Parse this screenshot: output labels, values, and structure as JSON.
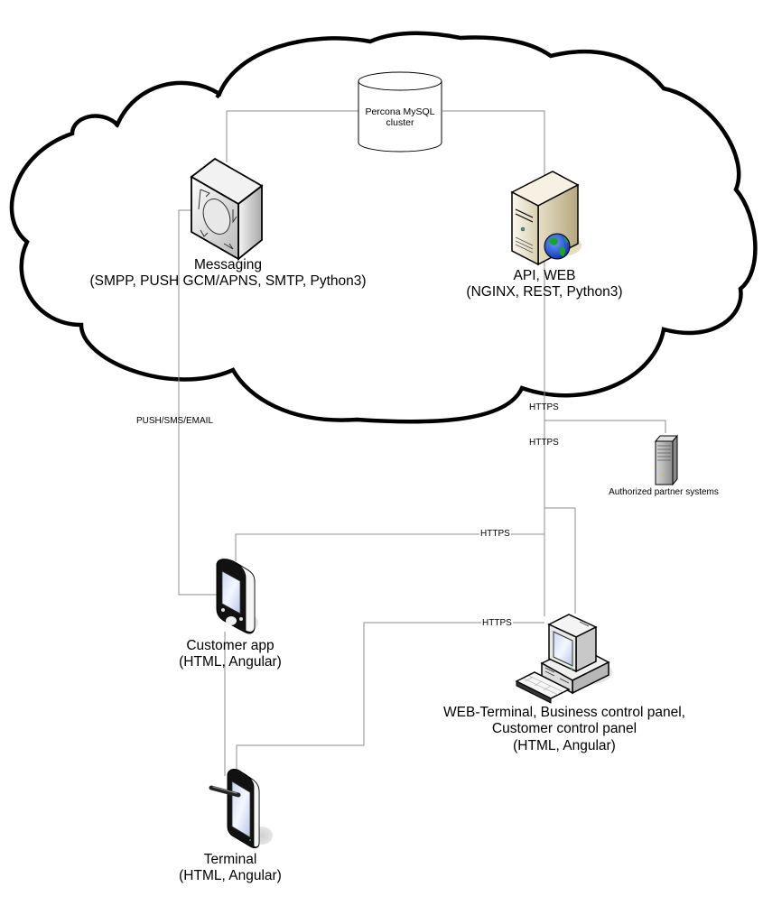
{
  "diagram": {
    "title": "System architecture",
    "cloud": {
      "label": ""
    },
    "nodes": {
      "database": {
        "line1": "Percona MySQL",
        "line2": "cluster",
        "icon": "database-cylinder-icon"
      },
      "messaging": {
        "line1": "Messaging",
        "line2": "(SMPP, PUSH GCM/APNS, SMTP, Python3)",
        "icon": "message-queue-server-icon"
      },
      "api_web": {
        "line1": "API, WEB",
        "line2": "(NGINX, REST, Python3)",
        "icon": "web-server-icon"
      },
      "partner": {
        "line1": "Authorized partner systems",
        "icon": "tower-server-icon"
      },
      "customer_app": {
        "line1": "Customer app",
        "line2": "(HTML, Angular)",
        "icon": "pda-phone-icon"
      },
      "web_terminal": {
        "line1": "WEB-Terminal, Business control panel,",
        "line2": "Customer control panel",
        "line3": "(HTML, Angular)",
        "icon": "desktop-computer-icon"
      },
      "terminal": {
        "line1": "Terminal",
        "line2": "(HTML, Angular)",
        "icon": "tablet-stylus-icon"
      }
    },
    "connections": [
      {
        "id": "db-messaging",
        "from": "database",
        "to": "messaging",
        "label": ""
      },
      {
        "id": "db-api",
        "from": "database",
        "to": "api_web",
        "label": ""
      },
      {
        "id": "api-partner",
        "from": "api_web",
        "to": "partner",
        "label": "HTTPS"
      },
      {
        "id": "api-trunk",
        "from": "api_web",
        "to": "clients",
        "label": "HTTPS"
      },
      {
        "id": "api-customer-app",
        "from": "api_web",
        "to": "customer_app",
        "label": "HTTPS"
      },
      {
        "id": "api-terminal",
        "from": "api_web",
        "to": "terminal",
        "label": "HTTPS"
      },
      {
        "id": "api-web-terminal",
        "from": "api_web",
        "to": "web_terminal",
        "label": ""
      },
      {
        "id": "messaging-customer-app",
        "from": "messaging",
        "to": "customer_app",
        "label": "PUSH/SMS/EMAIL"
      },
      {
        "id": "customer-app-terminal",
        "from": "customer_app",
        "to": "terminal",
        "label": ""
      }
    ],
    "colors": {
      "connector": "#8c8c8c",
      "cloud_stroke": "#000000",
      "server_beige": "#e3dcc6",
      "globe_blue": "#1a4fd1",
      "globe_green": "#1aa82a"
    }
  }
}
